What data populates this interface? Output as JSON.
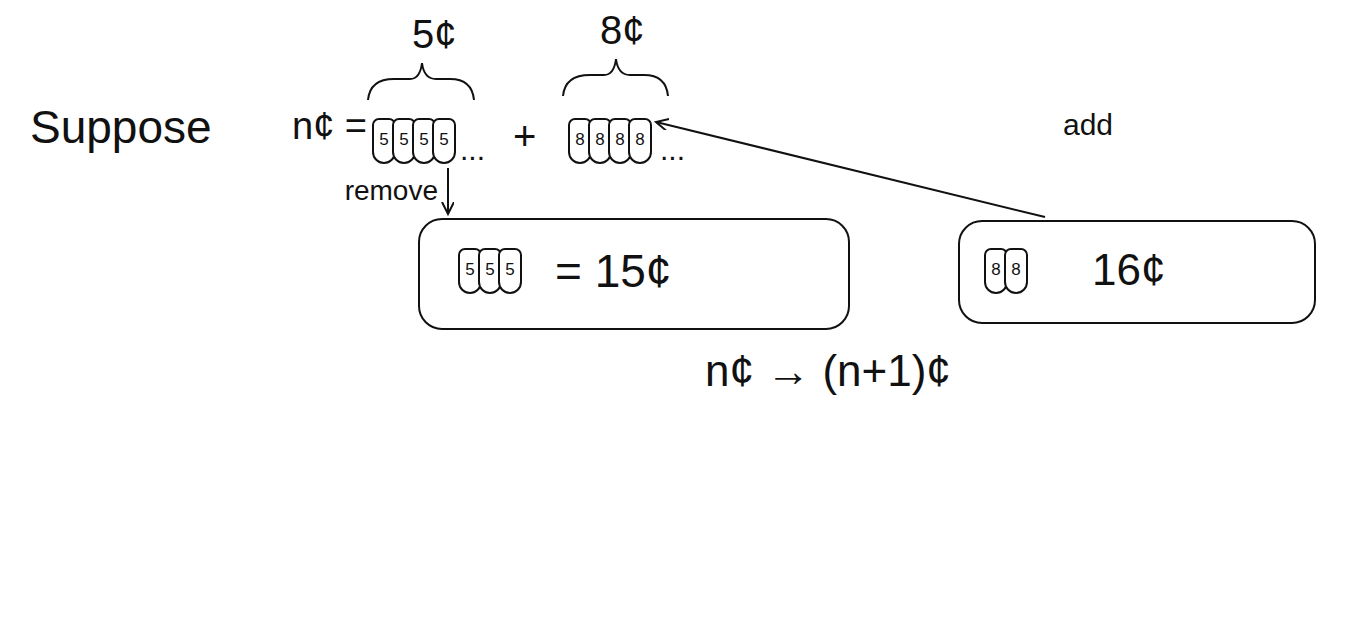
{
  "diagram": {
    "nodes": [
      {
        "text": [
          "5"
        ]
      },
      {
        "text": [
          "5"
        ]
      },
      {
        "text": [
          "5"
        ]
      },
      {
        "text": [
          "5"
        ]
      },
      {
        "text": [
          "8"
        ]
      },
      {
        "text": [
          "8"
        ]
      },
      {
        "text": [
          "8"
        ]
      },
      {
        "text": [
          "8"
        ]
      },
      {
        "text": [
          "= 15¢"
        ]
      },
      {
        "text": [
          "5"
        ],
        "in": 8
      },
      {
        "text": [
          "5"
        ],
        "in": 8
      },
      {
        "text": [
          "5"
        ],
        "in": 8
      },
      {
        "text": [
          "16¢"
        ]
      },
      {
        "text": [
          "8"
        ],
        "in": 12
      },
      {
        "text": [
          "8"
        ],
        "in": 12
      }
    ],
    "edges": [
      {
        "from": 3,
        "to": 8,
        "label": "remove",
        "arrow": "to"
      },
      {
        "from": 12,
        "to": 7,
        "label": "add",
        "arrow": "to"
      }
    ],
    "labels": [
      "Suppose",
      "n¢ =",
      "5¢",
      "8¢",
      "...",
      "+",
      "...",
      "n¢ → (n+1)¢"
    ]
  }
}
